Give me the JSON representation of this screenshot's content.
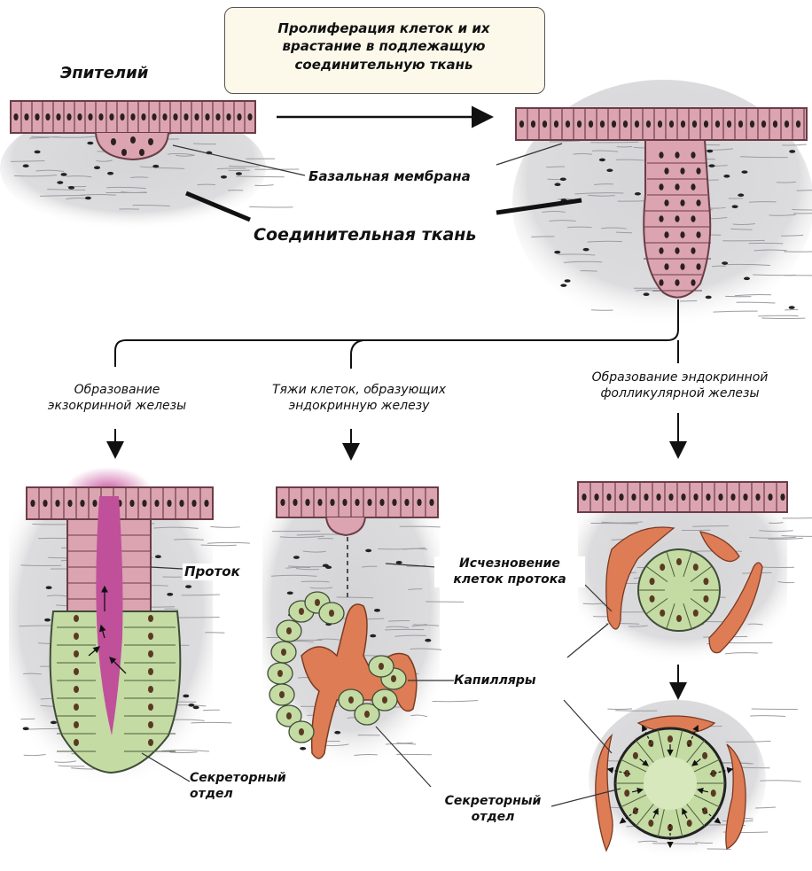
{
  "box_text": [
    "Пролиферация клеток и их",
    "врастание в подлежащую",
    "соединительную ткань"
  ],
  "labels": {
    "epithelium": "Эпителий",
    "basal_membrane": "Базальная мембрана",
    "connective_tissue": "Соединительная   ткань",
    "exocrine_formation": [
      "Образование",
      "экзокринной железы"
    ],
    "endocrine_cords": [
      "Тяжи клеток, образующих",
      "эндокринную железу"
    ],
    "endocrine_follicular": [
      "Образование эндокринной",
      "фолликулярной железы"
    ],
    "duct": "Проток",
    "duct_disappearance": [
      "Исчезновение",
      "клеток протока"
    ],
    "capillaries": "Капилляры",
    "secretory_left": [
      "Секреторный",
      "отдел"
    ],
    "secretory_middle": [
      "Секреторный",
      "отдел"
    ]
  },
  "colors": {
    "epithelium_fill": "#dba4b0",
    "epithelium_stroke": "#6b3d48",
    "connective_bg": "#d6d6d8",
    "secretory_fill": "#c4dba4",
    "capillary_fill": "#dd7c55",
    "lumen_fill": "#c0509a",
    "nucleus": "#2b2020"
  }
}
